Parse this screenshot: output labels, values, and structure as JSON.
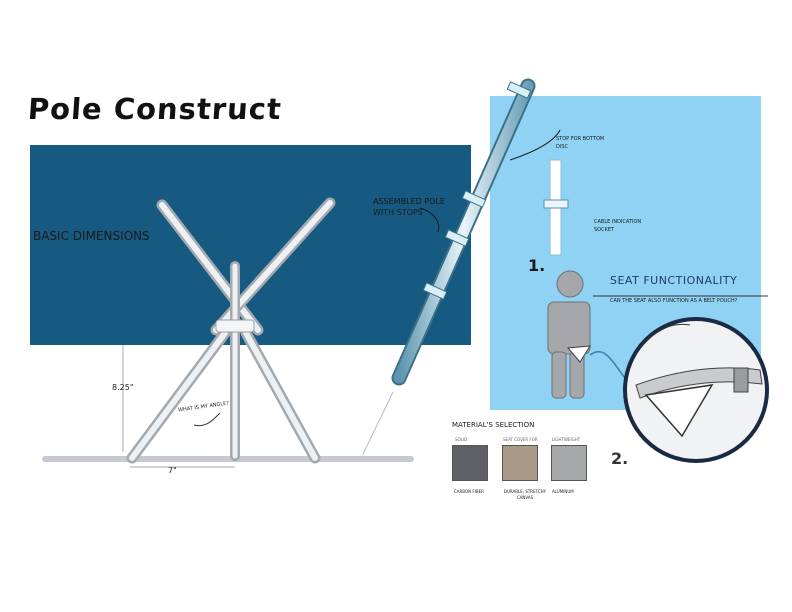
{
  "title": "Pole Construct",
  "labels": {
    "basic_dimensions": "Basic Dimensions",
    "height": "8.25\"",
    "width": "7\"",
    "what_angle": "What is my angle?",
    "assembled_pole_1": "Assembled Pole",
    "assembled_pole_2": "with stops",
    "stop_bottom_1": "Stop for bottom",
    "stop_bottom_2": "disc",
    "cable_1": "Cable indication",
    "cable_2": "socket",
    "step1": "1.",
    "step2": "2.",
    "seat_functionality": "Seat Functionality",
    "seat_question": "Can the seat also function as a belt pouch?"
  },
  "materials": {
    "heading": "Material's Selection",
    "items": [
      {
        "top": "Solid",
        "bottom": "Carbon Fiber",
        "color": "#5d5f63"
      },
      {
        "top": "Seat cover for",
        "bottom": "Durable, stretchy canvas",
        "color": "#a89a87"
      },
      {
        "top": "Lightweight",
        "bottom": "Aluminum",
        "color": "#a7a8aa"
      }
    ]
  },
  "colors": {
    "dark_panel": "#165a82",
    "light_panel": "#8fd2f3"
  }
}
